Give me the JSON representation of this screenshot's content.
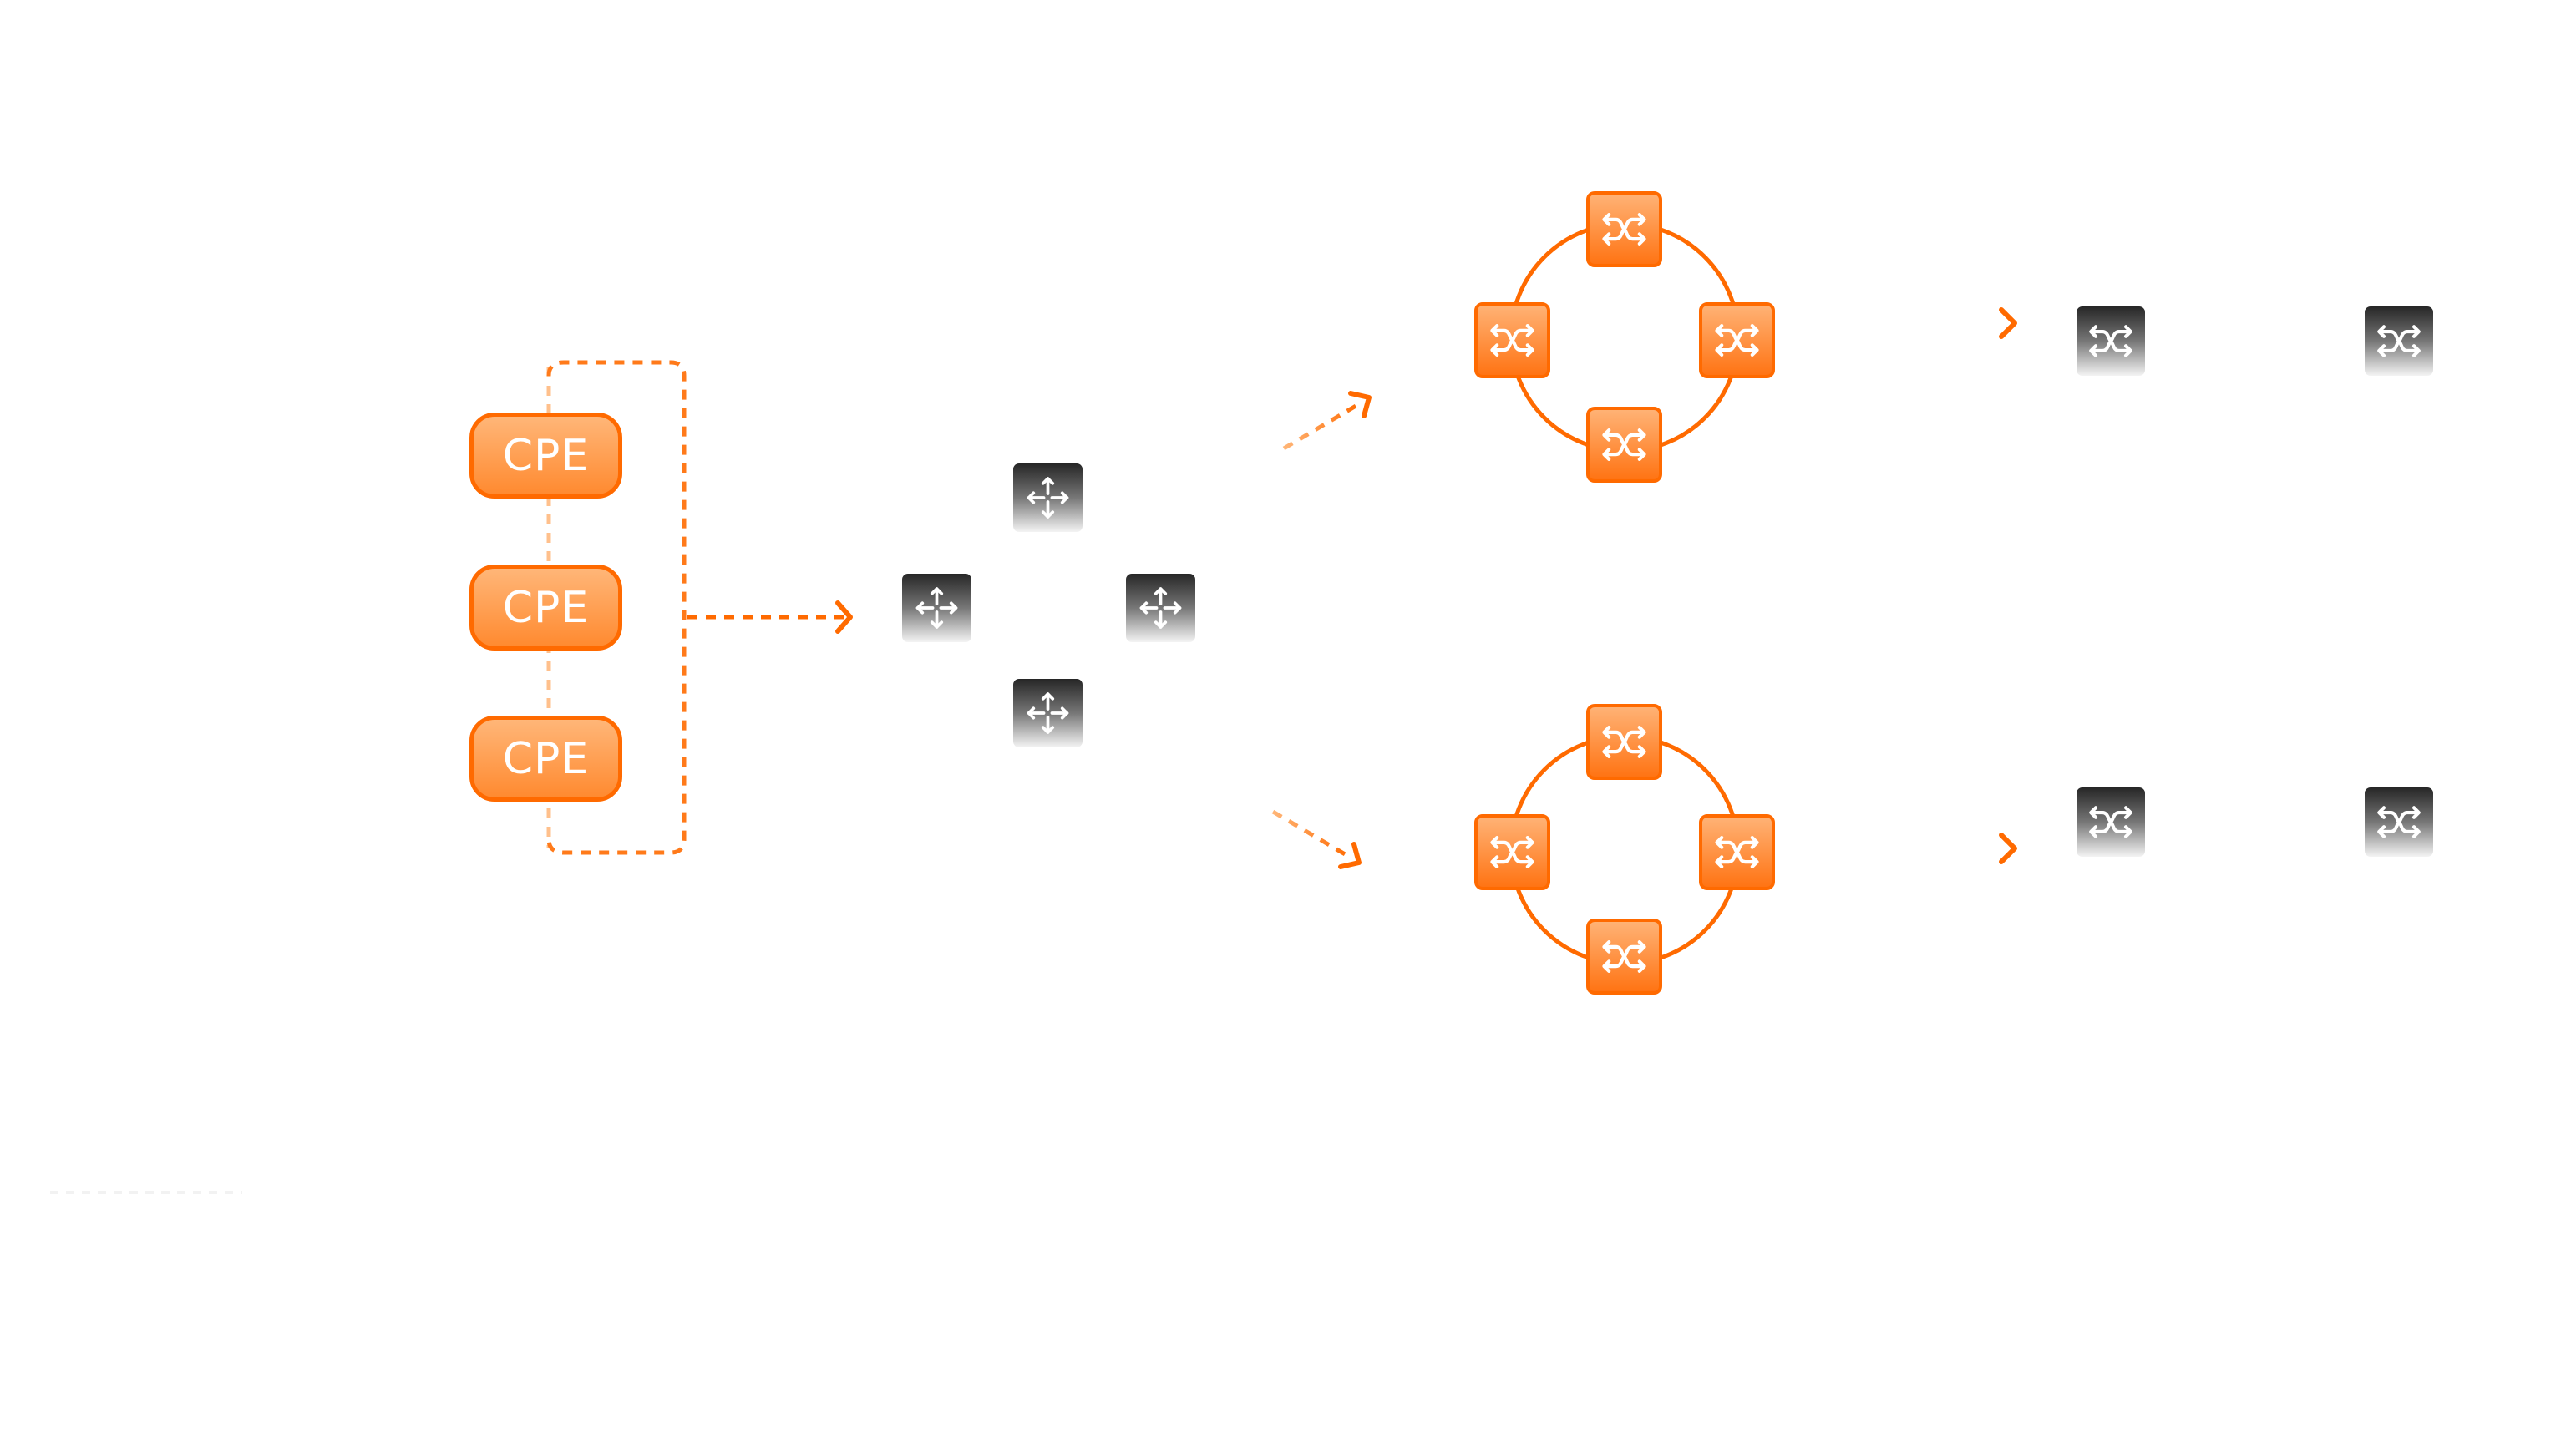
{
  "diagram": {
    "title": "",
    "colors": {
      "accent": "#ff6a00",
      "accent_light": "#ffb678",
      "dark_node": "#262626",
      "background": "#ffffff"
    },
    "cpe_group": {
      "nodes": [
        {
          "label": "CPE",
          "icon": "cpe-device"
        },
        {
          "label": "CPE",
          "icon": "cpe-device"
        },
        {
          "label": "CPE",
          "icon": "cpe-device"
        }
      ],
      "link_style": "dashed",
      "aggregation": "dashed-bracket"
    },
    "router_cluster": {
      "nodes": [
        {
          "icon": "router-icon",
          "position": "top"
        },
        {
          "icon": "router-icon",
          "position": "left"
        },
        {
          "icon": "router-icon",
          "position": "right"
        },
        {
          "icon": "router-icon",
          "position": "bottom"
        }
      ]
    },
    "rings": [
      {
        "name": "upper-ring",
        "switches": 4,
        "switch_icon": "switch-icon",
        "topology": "ring",
        "downstream": [
          {
            "icon": "switch-icon",
            "style": "dark"
          },
          {
            "icon": "switch-icon",
            "style": "dark"
          }
        ]
      },
      {
        "name": "lower-ring",
        "switches": 4,
        "switch_icon": "switch-icon",
        "topology": "ring",
        "downstream": [
          {
            "icon": "switch-icon",
            "style": "dark"
          },
          {
            "icon": "switch-icon",
            "style": "dark"
          }
        ]
      }
    ],
    "flows": [
      {
        "from": "cpe-group",
        "to": "router-cluster",
        "style": "dashed-arrow"
      },
      {
        "from": "router-cluster",
        "to": "upper-ring",
        "style": "dashed-arrow"
      },
      {
        "from": "router-cluster",
        "to": "lower-ring",
        "style": "dashed-arrow"
      },
      {
        "from": "upper-ring",
        "to": "upper-dark-switches",
        "style": "dashed-arrow"
      },
      {
        "from": "lower-ring",
        "to": "lower-dark-switches",
        "style": "dashed-arrow"
      }
    ]
  }
}
